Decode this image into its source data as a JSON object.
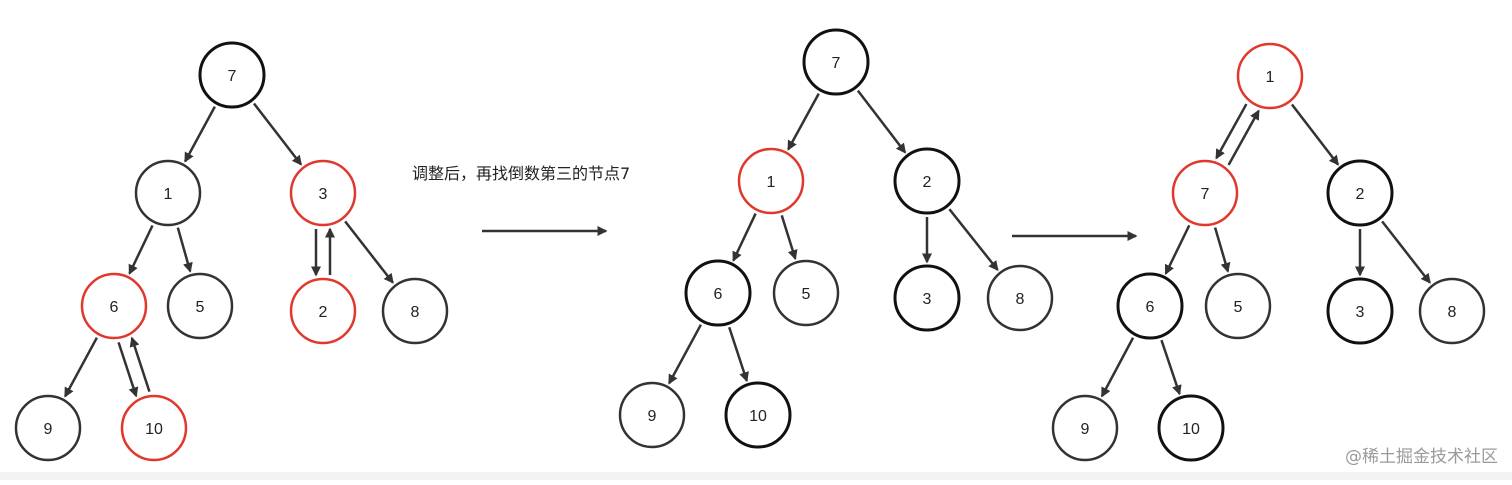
{
  "caption": "调整后，再找倒数第三的节点7",
  "watermark": "@稀土掘金技术社区",
  "colors": {
    "normal": "#333333",
    "bold": "#111111",
    "highlight": "#e0382d",
    "arrow": "#333333"
  },
  "trees": [
    {
      "id": "tree-1",
      "nodes": [
        {
          "id": "n7",
          "label": "7",
          "style": "bold"
        },
        {
          "id": "n1",
          "label": "1",
          "style": "normal"
        },
        {
          "id": "n3",
          "label": "3",
          "style": "highlight"
        },
        {
          "id": "n6",
          "label": "6",
          "style": "highlight"
        },
        {
          "id": "n5",
          "label": "5",
          "style": "normal"
        },
        {
          "id": "n2",
          "label": "2",
          "style": "highlight"
        },
        {
          "id": "n8",
          "label": "8",
          "style": "normal"
        },
        {
          "id": "n9",
          "label": "9",
          "style": "normal"
        },
        {
          "id": "n10",
          "label": "10",
          "style": "highlight"
        }
      ],
      "edges": [
        {
          "from": "n7",
          "to": "n1"
        },
        {
          "from": "n7",
          "to": "n3"
        },
        {
          "from": "n1",
          "to": "n6"
        },
        {
          "from": "n1",
          "to": "n5"
        },
        {
          "from": "n3",
          "to": "n2",
          "swap": true
        },
        {
          "from": "n3",
          "to": "n8"
        },
        {
          "from": "n6",
          "to": "n9"
        },
        {
          "from": "n6",
          "to": "n10",
          "swap": true
        }
      ]
    },
    {
      "id": "tree-2",
      "nodes": [
        {
          "id": "n7",
          "label": "7",
          "style": "bold"
        },
        {
          "id": "n1",
          "label": "1",
          "style": "highlight"
        },
        {
          "id": "n2",
          "label": "2",
          "style": "bold"
        },
        {
          "id": "n6",
          "label": "6",
          "style": "bold"
        },
        {
          "id": "n5",
          "label": "5",
          "style": "normal"
        },
        {
          "id": "n3",
          "label": "3",
          "style": "bold"
        },
        {
          "id": "n8",
          "label": "8",
          "style": "normal"
        },
        {
          "id": "n9",
          "label": "9",
          "style": "normal"
        },
        {
          "id": "n10",
          "label": "10",
          "style": "bold"
        }
      ],
      "edges": [
        {
          "from": "n7",
          "to": "n1"
        },
        {
          "from": "n7",
          "to": "n2"
        },
        {
          "from": "n1",
          "to": "n6"
        },
        {
          "from": "n1",
          "to": "n5"
        },
        {
          "from": "n2",
          "to": "n3"
        },
        {
          "from": "n2",
          "to": "n8"
        },
        {
          "from": "n6",
          "to": "n9"
        },
        {
          "from": "n6",
          "to": "n10"
        }
      ]
    },
    {
      "id": "tree-3",
      "nodes": [
        {
          "id": "n1",
          "label": "1",
          "style": "highlight"
        },
        {
          "id": "n7",
          "label": "7",
          "style": "highlight"
        },
        {
          "id": "n2",
          "label": "2",
          "style": "bold"
        },
        {
          "id": "n6",
          "label": "6",
          "style": "bold"
        },
        {
          "id": "n5",
          "label": "5",
          "style": "normal"
        },
        {
          "id": "n3",
          "label": "3",
          "style": "bold"
        },
        {
          "id": "n8",
          "label": "8",
          "style": "normal"
        },
        {
          "id": "n9",
          "label": "9",
          "style": "normal"
        },
        {
          "id": "n10",
          "label": "10",
          "style": "bold"
        }
      ],
      "edges": [
        {
          "from": "n1",
          "to": "n7",
          "swap": true
        },
        {
          "from": "n1",
          "to": "n2"
        },
        {
          "from": "n7",
          "to": "n6"
        },
        {
          "from": "n7",
          "to": "n5"
        },
        {
          "from": "n2",
          "to": "n3"
        },
        {
          "from": "n2",
          "to": "n8"
        },
        {
          "from": "n6",
          "to": "n9"
        },
        {
          "from": "n6",
          "to": "n10"
        }
      ]
    }
  ],
  "transitions": [
    {
      "id": "transition-1"
    },
    {
      "id": "transition-2"
    }
  ]
}
